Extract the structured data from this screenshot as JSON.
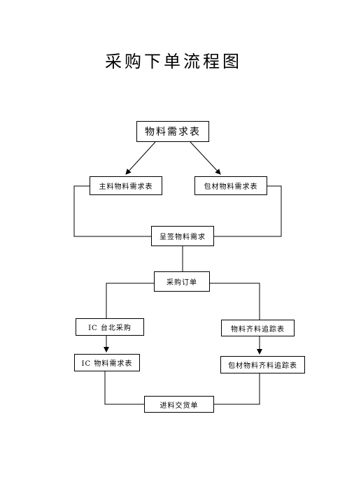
{
  "title": "采购下单流程图",
  "nodes": {
    "material_demand": "物料需求表",
    "main_material_demand": "主料物料需求表",
    "packaging_demand": "包材物料需求表",
    "submit_demand": "呈签物料需求",
    "purchase_order": "采购订单",
    "ic_taipei_purchase": "IC 台北采购",
    "material_tracking": "物料齐料追踪表",
    "ic_material_demand": "IC 物料需求表",
    "packaging_tracking": "包材物料齐料追踪表",
    "delivery_slip": "进料交货单"
  }
}
